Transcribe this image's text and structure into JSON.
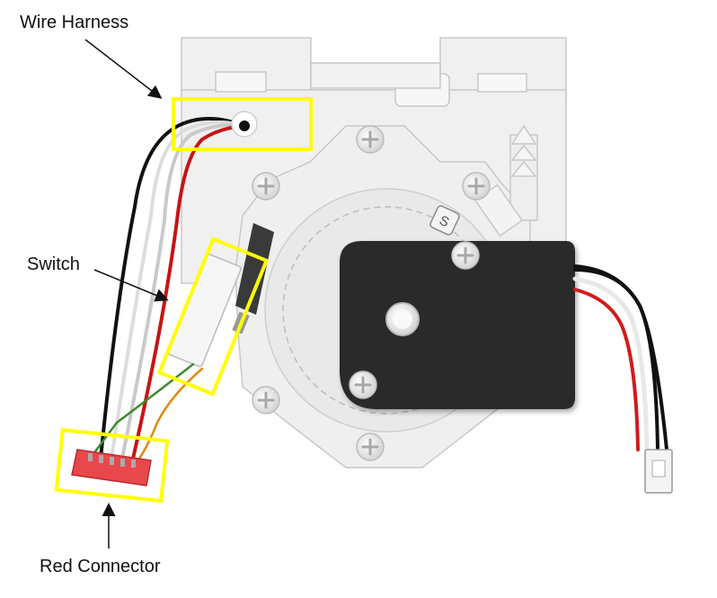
{
  "labels": {
    "wire_harness": "Wire Harness",
    "switch": "Switch",
    "red_connector": "Red Connector",
    "cam_letter": "S"
  },
  "colors": {
    "highlight": "#ffff00",
    "housing": "#f0f0f0",
    "housing_stroke": "#c8c8c8",
    "motor_body": "#2a2a2a",
    "connector_red": "#e8474b",
    "wire_red": "#d11b1b",
    "wire_black": "#111111",
    "wire_white": "#e6e6e6",
    "wire_green": "#3f8a2f",
    "wire_orange": "#e08a12"
  },
  "icons": [
    "screw-icon",
    "arrow-icon"
  ]
}
